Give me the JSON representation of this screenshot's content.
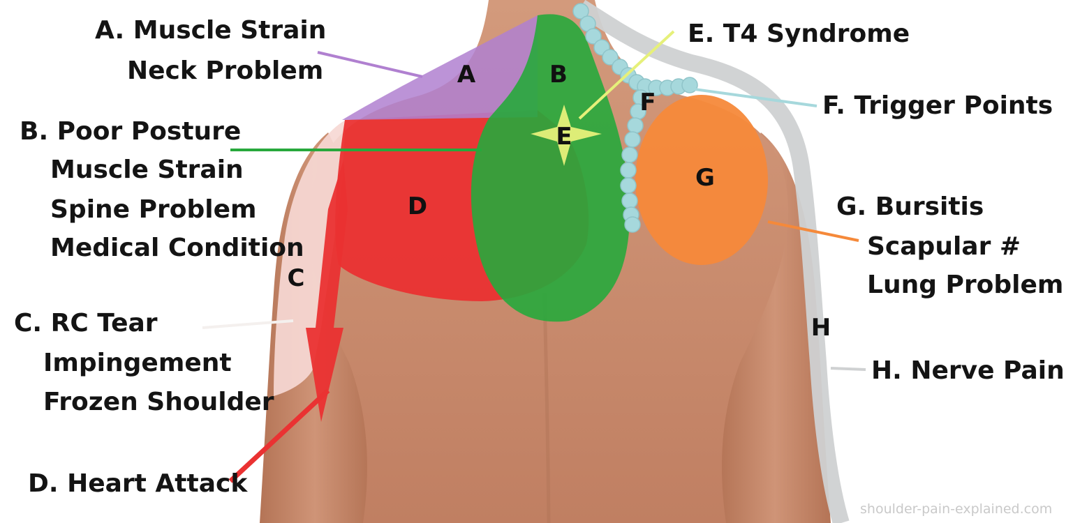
{
  "conditions": {
    "A": {
      "letter": "A",
      "lines": [
        "A. Muscle Strain",
        "Neck Problem"
      ],
      "color": "#b080d0"
    },
    "B": {
      "letter": "B",
      "lines": [
        "B. Poor Posture",
        "Muscle Strain",
        "Spine Problem",
        "Medical Condition"
      ],
      "color": "#27a83c"
    },
    "C": {
      "letter": "C",
      "lines": [
        "C. RC Tear",
        "Impingement",
        "Frozen Shoulder"
      ],
      "color": "#f6d8d4"
    },
    "D": {
      "letter": "D",
      "lines": [
        "D. Heart Attack"
      ],
      "color": "#ea3232"
    },
    "E": {
      "letter": "E",
      "lines": [
        "E. T4 Syndrome"
      ],
      "color": "#e6f07a"
    },
    "F": {
      "letter": "F",
      "lines": [
        "F. Trigger Points"
      ],
      "color": "#a6d8dc"
    },
    "G": {
      "letter": "G",
      "lines": [
        "G. Bursitis",
        "Scapular #",
        "Lung Problem"
      ],
      "color": "#f5893a"
    },
    "H": {
      "letter": "H",
      "lines": [
        "H. Nerve Pain"
      ],
      "color": "#cfd1d2"
    }
  },
  "watermark": "shoulder-pain-explained.com",
  "colors": {
    "skin": "#c78b6e",
    "skin_shadow": "#a9694d",
    "label_text": "#141414"
  }
}
